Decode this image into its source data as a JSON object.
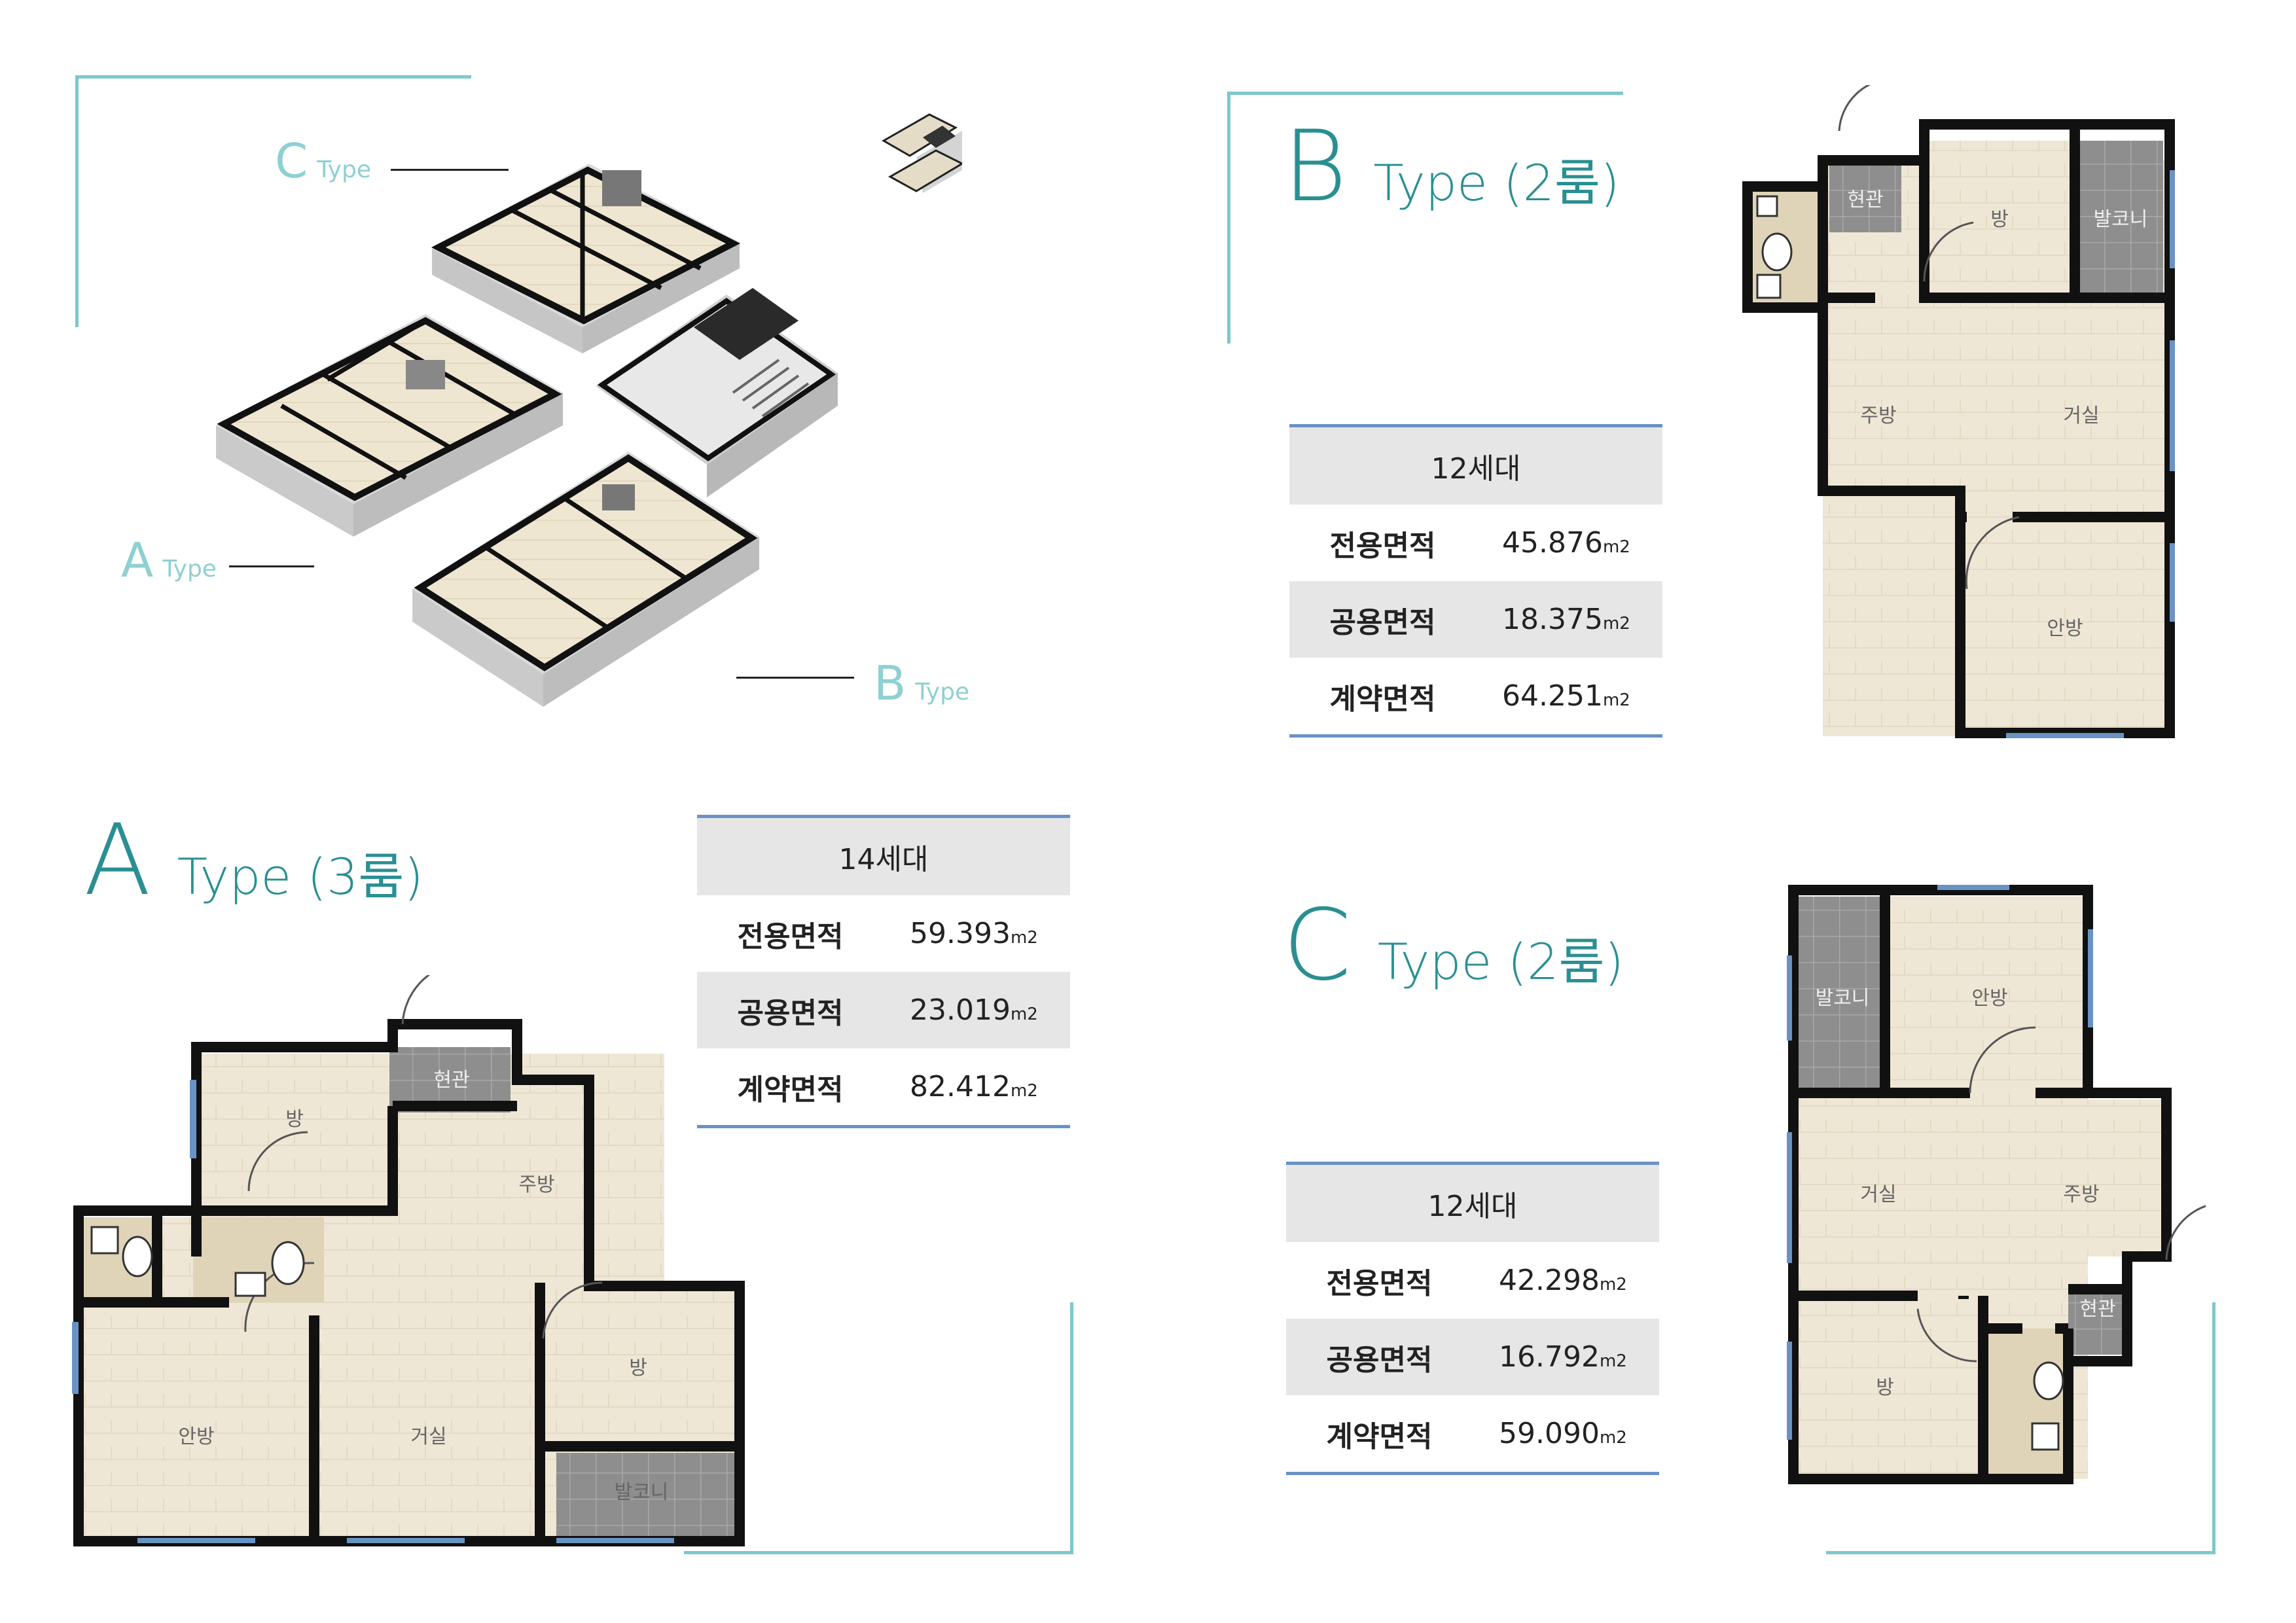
{
  "axon": {
    "a_letter": "A",
    "a_type": "Type",
    "b_letter": "B",
    "b_type": "Type",
    "c_letter": "C",
    "c_type": "Type"
  },
  "type_a": {
    "letter": "A",
    "label": "Type (3룸)",
    "table": {
      "header": "14세대",
      "rows": [
        {
          "key": "전용면적",
          "value": "59.393",
          "unit": "m2"
        },
        {
          "key": "공용면적",
          "value": "23.019",
          "unit": "m2"
        },
        {
          "key": "계약면적",
          "value": "82.412",
          "unit": "m2"
        }
      ]
    },
    "rooms": [
      "방",
      "현관",
      "주방",
      "안방",
      "거실",
      "방",
      "발코니"
    ]
  },
  "type_b": {
    "letter": "B",
    "label": "Type (2룸)",
    "table": {
      "header": "12세대",
      "rows": [
        {
          "key": "전용면적",
          "value": "45.876",
          "unit": "m2"
        },
        {
          "key": "공용면적",
          "value": "18.375",
          "unit": "m2"
        },
        {
          "key": "계약면적",
          "value": "64.251",
          "unit": "m2"
        }
      ]
    },
    "rooms": [
      "현관",
      "방",
      "발코니",
      "주방",
      "거실",
      "안방"
    ]
  },
  "type_c": {
    "letter": "C",
    "label": "Type (2룸)",
    "table": {
      "header": "12세대",
      "rows": [
        {
          "key": "전용면적",
          "value": "42.298",
          "unit": "m2"
        },
        {
          "key": "공용면적",
          "value": "16.792",
          "unit": "m2"
        },
        {
          "key": "계약면적",
          "value": "59.090",
          "unit": "m2"
        }
      ]
    },
    "rooms": [
      "발코니",
      "안방",
      "거실",
      "주방",
      "현관",
      "방"
    ]
  },
  "colors": {
    "accent": "#2a8f92",
    "frame": "#7cc8cc",
    "table_rule": "#6a92c4",
    "floor": "#efe7d6",
    "wall": "#111111",
    "tile": "#8e8e8e"
  }
}
